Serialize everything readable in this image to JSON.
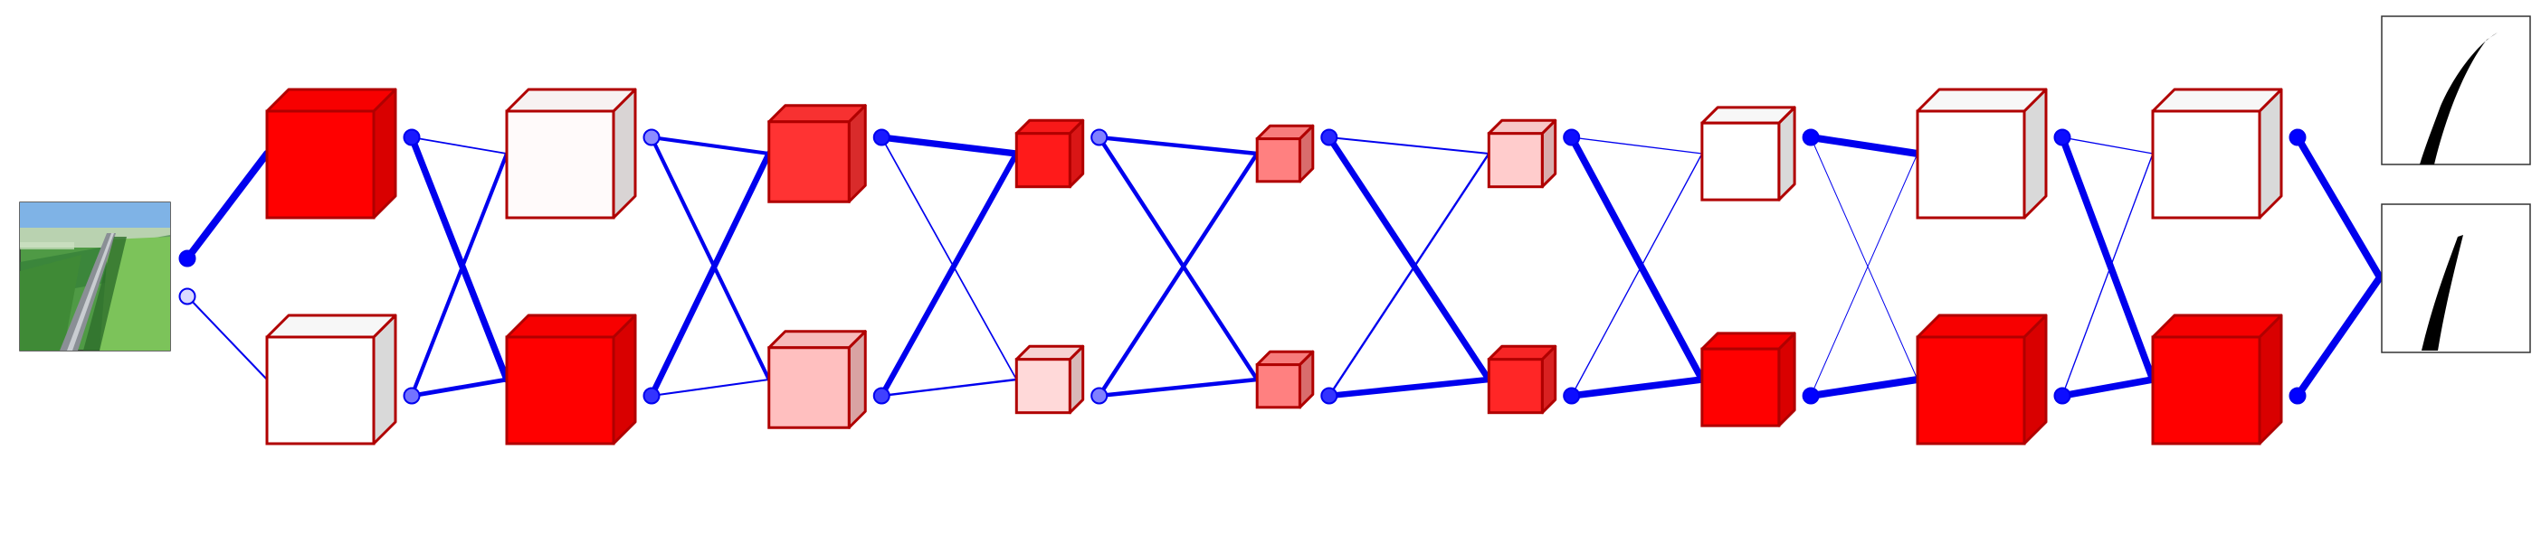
{
  "colors": {
    "edge": "#0000ee",
    "cube_stroke": "#b00000",
    "input_field": "#3f8f3a",
    "road": "#8a8f95"
  },
  "input_image": {
    "icon": "aerial-road-photo"
  },
  "output_images": [
    {
      "icon": "segmentation-mask-1"
    },
    {
      "icon": "segmentation-mask-2"
    }
  ],
  "stages": [
    {
      "top": {
        "intensity": 1.0,
        "size": 1.0
      },
      "bottom": {
        "intensity": 0.0,
        "size": 1.0
      }
    },
    {
      "top": {
        "intensity": 0.02,
        "size": 1.0
      },
      "bottom": {
        "intensity": 1.0,
        "size": 1.0
      }
    },
    {
      "top": {
        "intensity": 0.8,
        "size": 0.75
      },
      "bottom": {
        "intensity": 0.25,
        "size": 0.75
      }
    },
    {
      "top": {
        "intensity": 0.9,
        "size": 0.5
      },
      "bottom": {
        "intensity": 0.15,
        "size": 0.5
      }
    },
    {
      "top": {
        "intensity": 0.5,
        "size": 0.4
      },
      "bottom": {
        "intensity": 0.5,
        "size": 0.4
      }
    },
    {
      "top": {
        "intensity": 0.2,
        "size": 0.5
      },
      "bottom": {
        "intensity": 0.85,
        "size": 0.5
      }
    },
    {
      "top": {
        "intensity": 0.0,
        "size": 0.72
      },
      "bottom": {
        "intensity": 1.0,
        "size": 0.72
      }
    },
    {
      "top": {
        "intensity": 0.0,
        "size": 1.0
      },
      "bottom": {
        "intensity": 1.0,
        "size": 1.0
      }
    },
    {
      "top": {
        "intensity": 0.0,
        "size": 1.0
      },
      "bottom": {
        "intensity": 1.0,
        "size": 1.0
      }
    }
  ],
  "connections": [
    {
      "stage": 0,
      "from": "top",
      "to": "top",
      "weight": 1.0
    },
    {
      "stage": 0,
      "from": "bottom",
      "to": "bottom",
      "weight": 0.15
    },
    {
      "stage": 1,
      "from": "top",
      "to": "top",
      "weight": 0.1
    },
    {
      "stage": 1,
      "from": "top",
      "to": "bottom",
      "weight": 0.9
    },
    {
      "stage": 1,
      "from": "bottom",
      "to": "top",
      "weight": 0.45
    },
    {
      "stage": 1,
      "from": "bottom",
      "to": "bottom",
      "weight": 0.55
    },
    {
      "stage": 2,
      "from": "top",
      "to": "top",
      "weight": 0.45
    },
    {
      "stage": 2,
      "from": "top",
      "to": "bottom",
      "weight": 0.45
    },
    {
      "stage": 2,
      "from": "bottom",
      "to": "top",
      "weight": 0.8
    },
    {
      "stage": 2,
      "from": "bottom",
      "to": "bottom",
      "weight": 0.15
    },
    {
      "stage": 3,
      "from": "top",
      "to": "top",
      "weight": 0.9
    },
    {
      "stage": 3,
      "from": "top",
      "to": "bottom",
      "weight": 0.1
    },
    {
      "stage": 3,
      "from": "bottom",
      "to": "top",
      "weight": 0.75
    },
    {
      "stage": 3,
      "from": "bottom",
      "to": "bottom",
      "weight": 0.2
    },
    {
      "stage": 4,
      "from": "top",
      "to": "top",
      "weight": 0.5
    },
    {
      "stage": 4,
      "from": "top",
      "to": "bottom",
      "weight": 0.5
    },
    {
      "stage": 4,
      "from": "bottom",
      "to": "top",
      "weight": 0.5
    },
    {
      "stage": 4,
      "from": "bottom",
      "to": "bottom",
      "weight": 0.5
    },
    {
      "stage": 5,
      "from": "top",
      "to": "top",
      "weight": 0.15
    },
    {
      "stage": 5,
      "from": "top",
      "to": "bottom",
      "weight": 0.85
    },
    {
      "stage": 5,
      "from": "bottom",
      "to": "top",
      "weight": 0.2
    },
    {
      "stage": 5,
      "from": "bottom",
      "to": "bottom",
      "weight": 0.8
    },
    {
      "stage": 6,
      "from": "top",
      "to": "top",
      "weight": 0.05
    },
    {
      "stage": 6,
      "from": "top",
      "to": "bottom",
      "weight": 0.95
    },
    {
      "stage": 6,
      "from": "bottom",
      "to": "top",
      "weight": 0.05
    },
    {
      "stage": 6,
      "from": "bottom",
      "to": "bottom",
      "weight": 0.95
    },
    {
      "stage": 7,
      "from": "top",
      "to": "top",
      "weight": 1.0
    },
    {
      "stage": 7,
      "from": "top",
      "to": "bottom",
      "weight": 0.0
    },
    {
      "stage": 7,
      "from": "bottom",
      "to": "top",
      "weight": 0.0
    },
    {
      "stage": 7,
      "from": "bottom",
      "to": "bottom",
      "weight": 1.0
    },
    {
      "stage": 8,
      "from": "top",
      "to": "top",
      "weight": 0.05
    },
    {
      "stage": 8,
      "from": "top",
      "to": "bottom",
      "weight": 0.95
    },
    {
      "stage": 8,
      "from": "bottom",
      "to": "top",
      "weight": 0.05
    },
    {
      "stage": 8,
      "from": "bottom",
      "to": "bottom",
      "weight": 0.95
    },
    {
      "stage": 9,
      "from": "top",
      "to": "top",
      "weight": 1.0
    },
    {
      "stage": 9,
      "from": "bottom",
      "to": "bottom",
      "weight": 1.0
    }
  ]
}
